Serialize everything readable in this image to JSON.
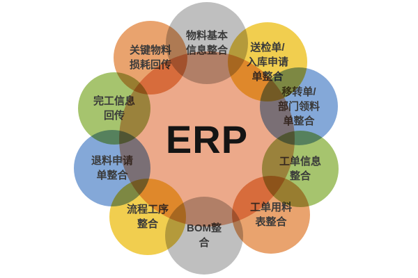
{
  "diagram": {
    "title": "ERP integration diagram",
    "text_color": "#3A3A3A",
    "center": {
      "label": "ERP",
      "color": "#ECA98A"
    },
    "nodes": [
      {
        "name": "material-basic-info",
        "label": "物料基本\n信息整合",
        "color": "#BFBFBF"
      },
      {
        "name": "inspection-warehouse-request",
        "label": "送检单/\n入库申请\n单整合",
        "color": "#F1CE4F"
      },
      {
        "name": "transfer-dept-picking",
        "label": "移转单/\n部门领料\n单整合",
        "color": "#84A8D8"
      },
      {
        "name": "work-order-info",
        "label": "工单信息\n整合",
        "color": "#A6C46E"
      },
      {
        "name": "work-order-material-list",
        "label": "工单用料\n表整合",
        "color": "#E9A36E"
      },
      {
        "name": "bom-integration",
        "label": "BOM整\n合",
        "color": "#BFBFBF"
      },
      {
        "name": "process-routing",
        "label": "流程工序\n整合",
        "color": "#F1CE4F"
      },
      {
        "name": "material-return-request",
        "label": "退料申请\n单整合",
        "color": "#84A8D8"
      },
      {
        "name": "completion-info-feedback",
        "label": "完工信息\n回传",
        "color": "#A6C46E"
      },
      {
        "name": "key-material-loss-feedback",
        "label": "关键物料\n损耗回传",
        "color": "#E9A36E"
      }
    ]
  }
}
